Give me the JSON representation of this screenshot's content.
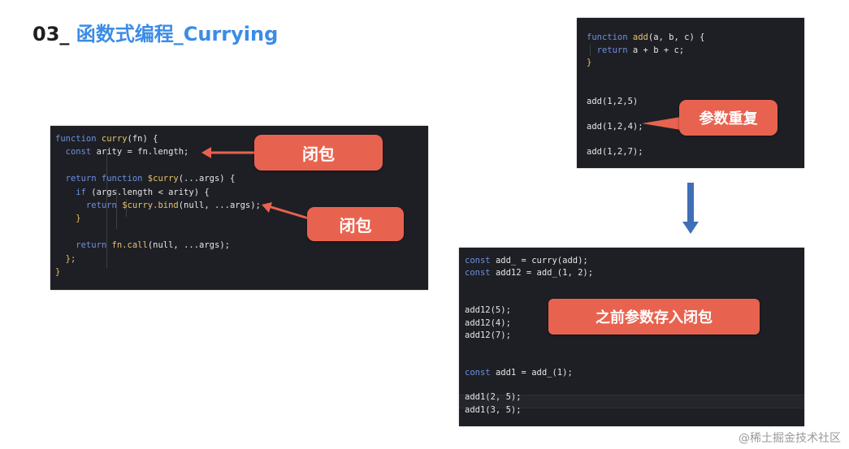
{
  "title": {
    "prefix": "03_",
    "text": "函数式编程_Currying"
  },
  "curry_code": {
    "lines": [
      {
        "kw": "function ",
        "fn": "curry",
        "rest": "(fn) {"
      },
      {
        "kw": "  const ",
        "fn": "",
        "rest": "arity = fn.length;"
      },
      {
        "kw": "",
        "fn": "",
        "rest": ""
      },
      {
        "kw": "  return function ",
        "fn": "$curry",
        "rest": "(...args) {"
      },
      {
        "kw": "    if ",
        "fn": "",
        "rest": "(args.length < arity) {"
      },
      {
        "kw": "      return ",
        "fn": "$curry.bind",
        "rest": "(null, ...args);"
      },
      {
        "kw": "",
        "fn": "",
        "rest": "    }"
      },
      {
        "kw": "",
        "fn": "",
        "rest": ""
      },
      {
        "kw": "    return ",
        "fn": "fn.call",
        "rest": "(null, ...args);"
      },
      {
        "kw": "",
        "fn": "",
        "rest": "  };"
      },
      {
        "kw": "",
        "fn": "",
        "rest": "}"
      }
    ],
    "callout_1": "闭包",
    "callout_2": "闭包"
  },
  "add_code": {
    "lines": [
      {
        "kw": "function ",
        "fn": "add",
        "rest": "(a, b, c) {"
      },
      {
        "kw": "  return ",
        "fn": "",
        "rest": "a + b + c;"
      },
      {
        "kw": "",
        "fn": "",
        "rest": "}"
      },
      {
        "kw": "",
        "fn": "",
        "rest": ""
      },
      {
        "kw": "",
        "fn": "",
        "rest": ""
      },
      {
        "kw": "",
        "fn": "",
        "rest": "add(1,2,5)"
      },
      {
        "kw": "",
        "fn": "",
        "rest": ""
      },
      {
        "kw": "",
        "fn": "",
        "rest": "add(1,2,4);"
      },
      {
        "kw": "",
        "fn": "",
        "rest": ""
      },
      {
        "kw": "",
        "fn": "",
        "rest": "add(1,2,7);"
      }
    ],
    "callout": "参数重复"
  },
  "usage_code": {
    "lines": [
      {
        "kw": "const ",
        "fn": "",
        "rest": "add_ = curry(add);"
      },
      {
        "kw": "const ",
        "fn": "",
        "rest": "add12 = add_(1, 2);"
      },
      {
        "kw": "",
        "fn": "",
        "rest": ""
      },
      {
        "kw": "",
        "fn": "",
        "rest": ""
      },
      {
        "kw": "",
        "fn": "",
        "rest": "add12(5);"
      },
      {
        "kw": "",
        "fn": "",
        "rest": "add12(4);"
      },
      {
        "kw": "",
        "fn": "",
        "rest": "add12(7);"
      },
      {
        "kw": "",
        "fn": "",
        "rest": ""
      },
      {
        "kw": "",
        "fn": "",
        "rest": ""
      },
      {
        "kw": "const ",
        "fn": "",
        "rest": "add1 = add_(1);"
      },
      {
        "kw": "",
        "fn": "",
        "rest": ""
      },
      {
        "kw": "",
        "fn": "",
        "rest": "add1(2, 5);"
      },
      {
        "kw": "",
        "fn": "",
        "rest": "add1(3, 5);"
      }
    ],
    "callout": "之前参数存入闭包"
  },
  "watermark": "@稀土掘金技术社区",
  "colors": {
    "accent_blue": "#3b8ce6",
    "callout_red": "#e8634f",
    "code_bg": "#1e1f24",
    "down_arrow": "#3f6fb5"
  }
}
